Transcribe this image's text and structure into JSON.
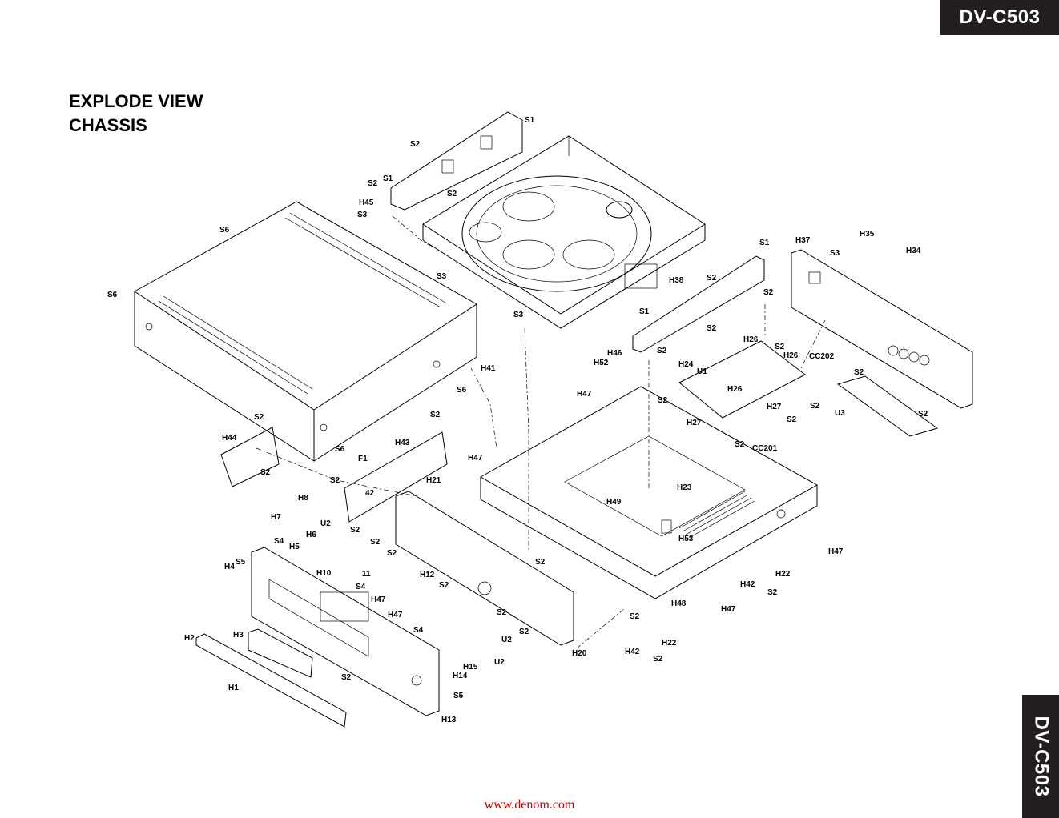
{
  "header": {
    "model": "DV-C503",
    "side_model": "DV-C503"
  },
  "title": {
    "line1": "EXPLODE VIEW",
    "line2": "CHASSIS"
  },
  "footer": {
    "url": "www.denom.com"
  },
  "labels": [
    "S1",
    "S2",
    "S2",
    "S1",
    "S2",
    "H45",
    "S3",
    "S3",
    "S6",
    "S6",
    "S3",
    "H41",
    "S6",
    "S2",
    "S2",
    "H44",
    "S2",
    "H43",
    "S6",
    "F1",
    "S2",
    "42",
    "H8",
    "H21",
    "H7",
    "U2",
    "S2",
    "H6",
    "S4",
    "S2",
    "H5",
    "S2",
    "S5",
    "H4",
    "H10",
    "11",
    "H12",
    "S2",
    "S4",
    "H47",
    "H47",
    "S2",
    "S4",
    "S2",
    "U2",
    "H15",
    "U2",
    "H14",
    "S5",
    "H2",
    "H3",
    "S2",
    "H1",
    "H13",
    "H20",
    "S1",
    "H38",
    "S2",
    "S2",
    "S1",
    "S2",
    "S2",
    "H46",
    "H52",
    "H47",
    "H47",
    "H24",
    "U1",
    "S2",
    "H26",
    "S2",
    "H26",
    "H26",
    "H27",
    "S2",
    "S2",
    "H27",
    "S2",
    "CC201",
    "H49",
    "H23",
    "H53",
    "S2",
    "H48",
    "S2",
    "H47",
    "H22",
    "H42",
    "S2",
    "H22",
    "H42",
    "S2",
    "H47",
    "H37",
    "H35",
    "S3",
    "H34",
    "CC202",
    "S2",
    "U3",
    "S2"
  ]
}
